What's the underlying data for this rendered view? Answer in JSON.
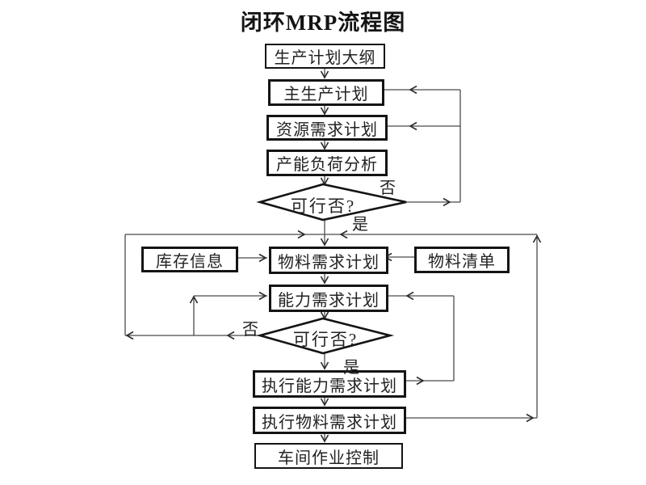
{
  "title": "闭环MRP流程图",
  "nodes": {
    "production_plan_outline": "生产计划大纲",
    "master_production_schedule": "主生产计划",
    "resource_requirement_plan": "资源需求计划",
    "capacity_load_analysis": "产能负荷分析",
    "feasible_1": "可行否?",
    "inventory_info": "库存信息",
    "material_requirement_plan": "物料需求计划",
    "bill_of_materials": "物料清单",
    "capacity_requirement_plan": "能力需求计划",
    "feasible_2": "可行否?",
    "execute_capacity_plan": "执行能力需求计划",
    "execute_material_plan": "执行物料需求计划",
    "shop_floor_control": "车间作业控制"
  },
  "edge_labels": {
    "no_1": "否",
    "yes_1": "是",
    "no_2": "否",
    "yes_2": "是"
  },
  "colors": {
    "background": "#ffffff",
    "border": "#141414",
    "line": "#4a4a4a",
    "text": "#222222"
  }
}
